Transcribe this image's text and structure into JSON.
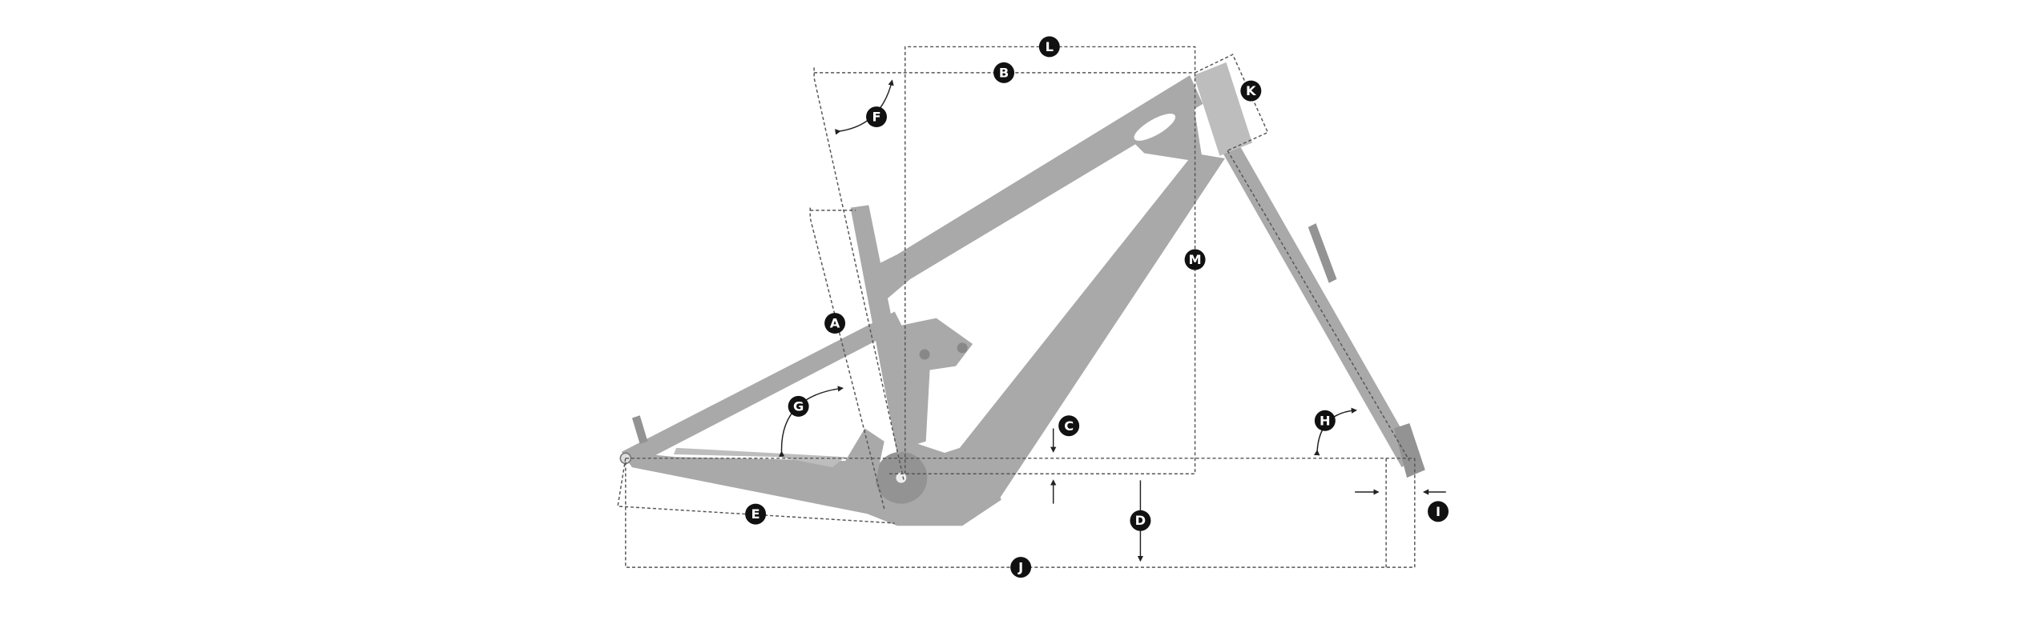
{
  "diagram": {
    "title": "Bike frame geometry",
    "labels": {
      "A": "A",
      "B": "B",
      "C": "C",
      "D": "D",
      "E": "E",
      "F": "F",
      "G": "G",
      "H": "H",
      "I": "I",
      "J": "J",
      "K": "K",
      "L": "L",
      "M": "M"
    },
    "colors": {
      "frame": "#a9a9a9",
      "dimension_line": "#555555",
      "label_bg": "#111111",
      "label_text": "#ffffff"
    }
  }
}
